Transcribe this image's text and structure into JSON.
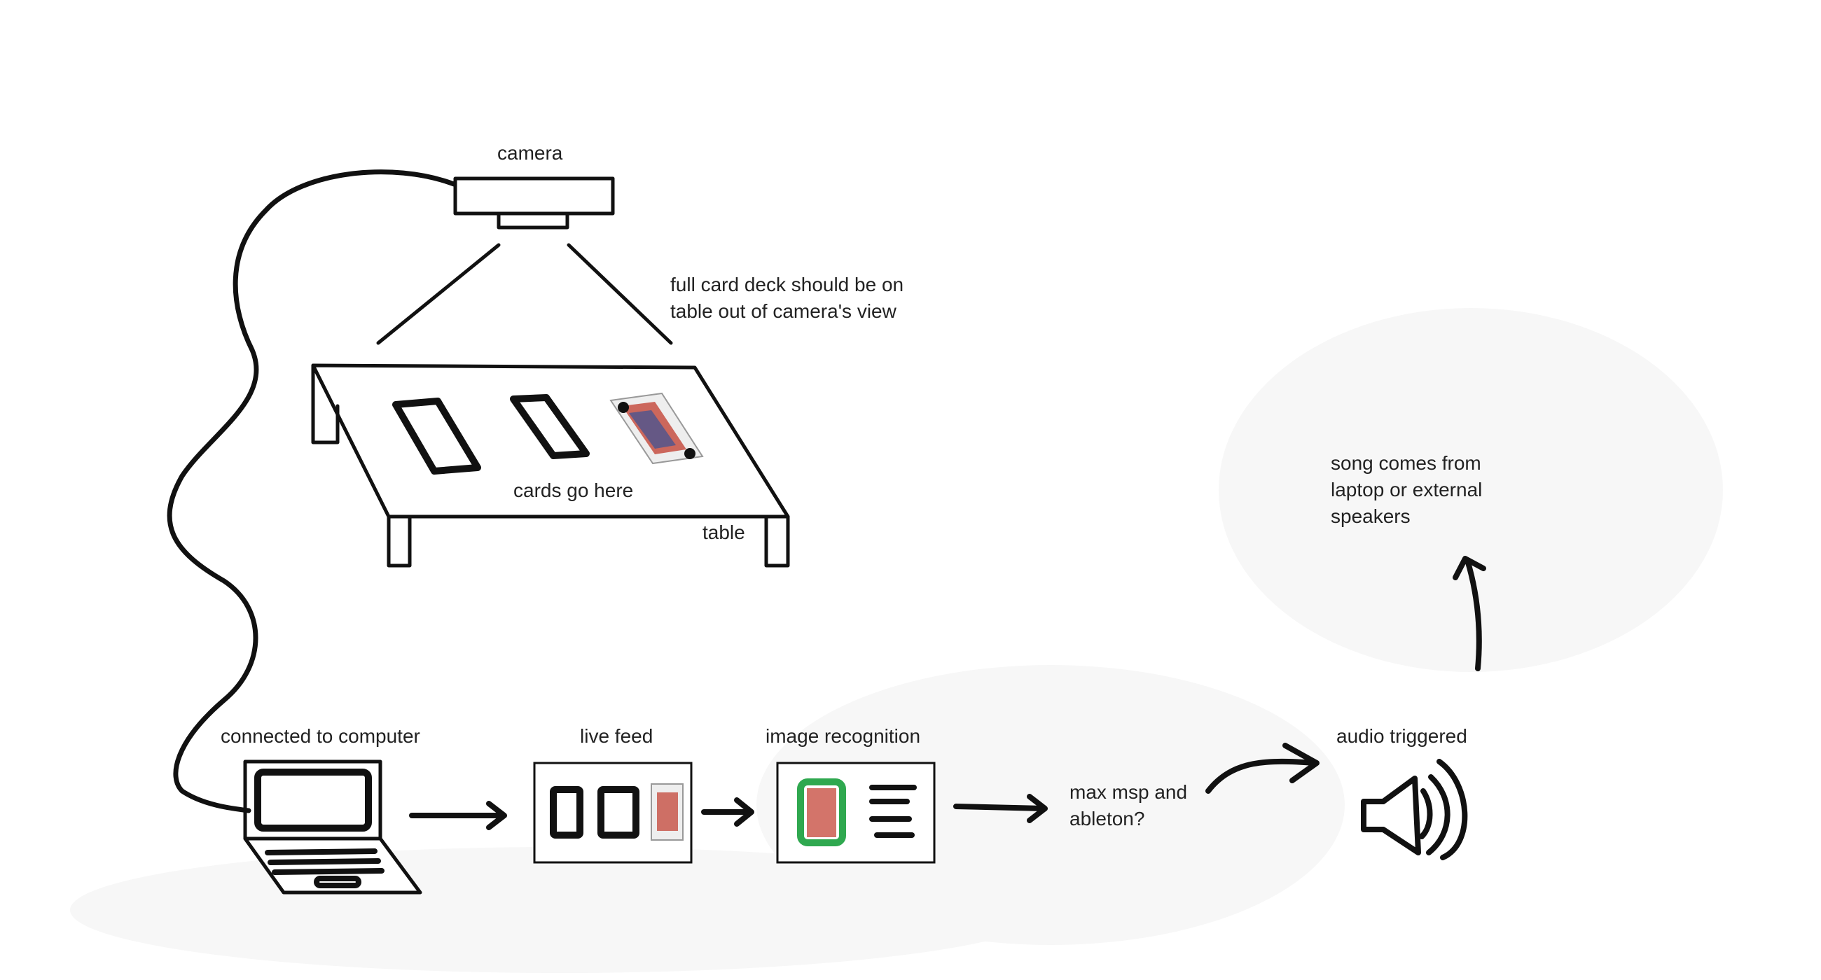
{
  "labels": {
    "camera": "camera",
    "deck_note": "full card deck should be on\ntable out of camera's view",
    "cards_go_here": "cards go here",
    "table": "table",
    "connected_to_computer": "connected to computer",
    "live_feed": "live feed",
    "image_recognition": "image recognition",
    "max_msp": "max msp and\nableton?",
    "audio_triggered": "audio triggered",
    "song_source": "song comes from\nlaptop or external\nspeakers"
  },
  "colors": {
    "ink": "#111111",
    "recognition_highlight": "#2fa84f",
    "card_red": "#c0392b",
    "card_face": "#f2f2f2"
  },
  "icons": [
    "camera-icon",
    "table-icon",
    "laptop-icon",
    "speaker-icon",
    "playing-card-icon",
    "arrow-icon"
  ]
}
